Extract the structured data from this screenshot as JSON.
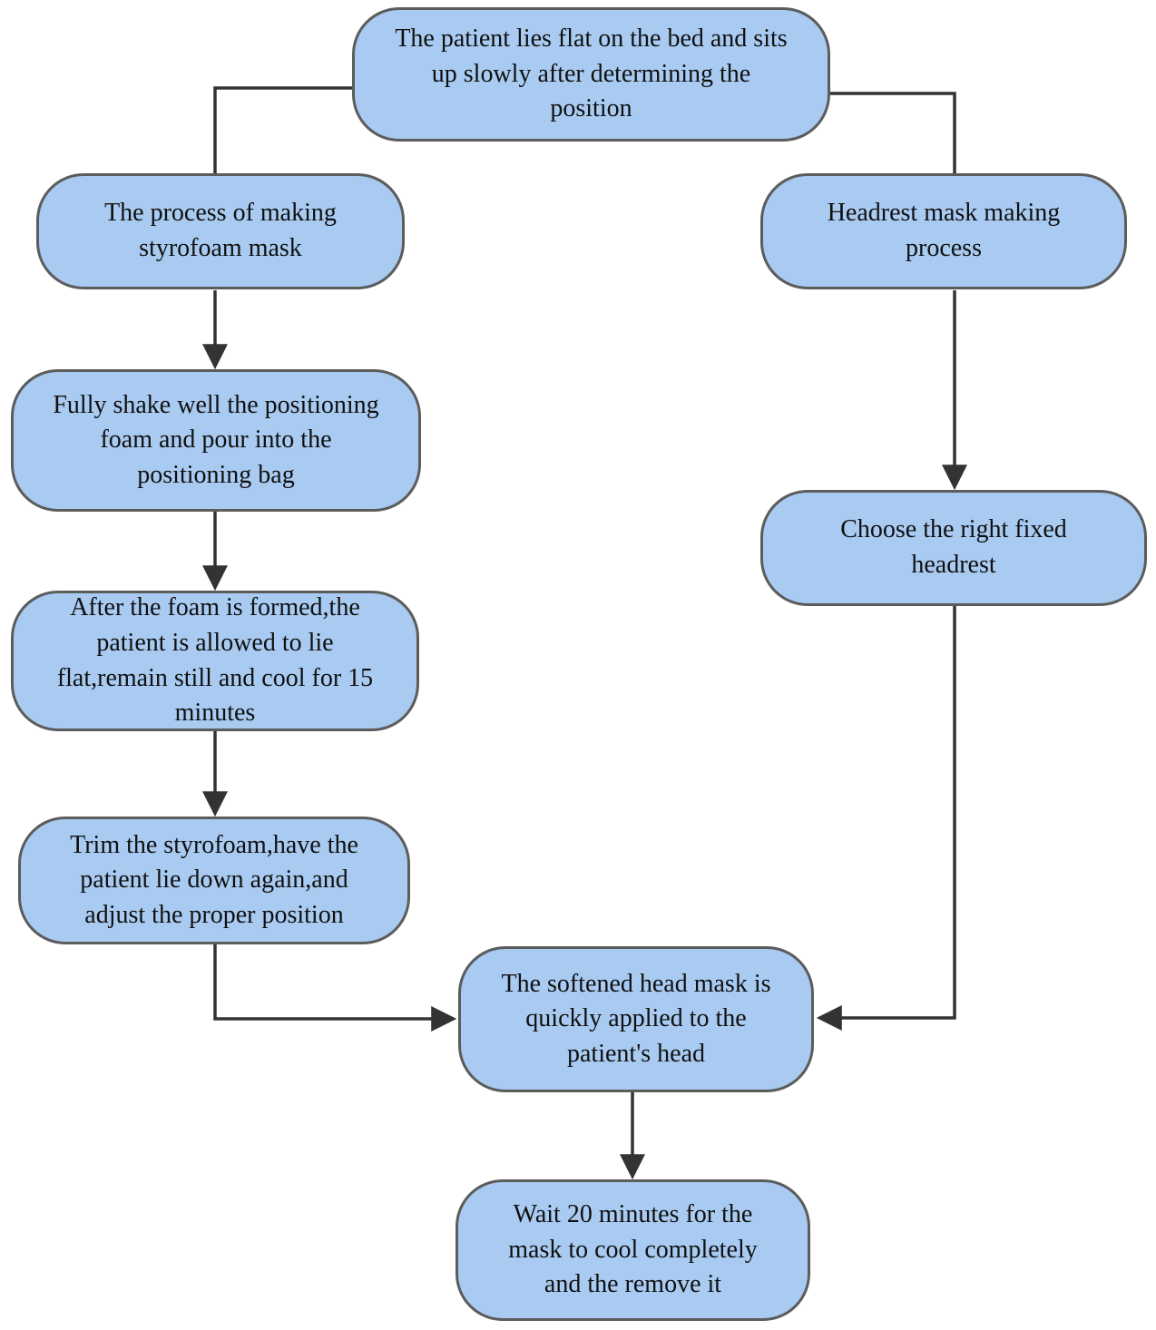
{
  "diagram": {
    "colors": {
      "background": "#FFFFFF",
      "node_fill": "#A9CBF2",
      "node_border": "#5C5C5C",
      "arrow": "#333333",
      "text": "#101010"
    },
    "nodes": [
      {
        "id": "start",
        "text": "The patient lies flat on the bed and sits\nup slowly after determining the\nposition"
      },
      {
        "id": "styrofoam-process",
        "text": "The process of making\nstyrofoam mask"
      },
      {
        "id": "headrest-process",
        "text": "Headrest mask making\nprocess"
      },
      {
        "id": "shake-foam",
        "text": "Fully shake well the positioning\nfoam and pour into the\npositioning bag"
      },
      {
        "id": "foam-formed",
        "text": "After the foam is formed,the\npatient is allowed to lie\nflat,remain still and cool for 15\nminutes"
      },
      {
        "id": "trim-styrofoam",
        "text": "Trim the styrofoam,have the\npatient lie down again,and\nadjust the proper position"
      },
      {
        "id": "choose-headrest",
        "text": "Choose the right fixed\nheadrest"
      },
      {
        "id": "apply-mask",
        "text": "The softened head mask is\nquickly applied to the\npatient's head"
      },
      {
        "id": "wait-cool",
        "text": "Wait 20 minutes for the\nmask to cool completely\nand the remove it"
      }
    ],
    "edges": [
      {
        "from": "start",
        "to": "styrofoam-process",
        "arrow": false
      },
      {
        "from": "start",
        "to": "headrest-process",
        "arrow": false
      },
      {
        "from": "styrofoam-process",
        "to": "shake-foam",
        "arrow": true
      },
      {
        "from": "shake-foam",
        "to": "foam-formed",
        "arrow": true
      },
      {
        "from": "foam-formed",
        "to": "trim-styrofoam",
        "arrow": true
      },
      {
        "from": "trim-styrofoam",
        "to": "apply-mask",
        "arrow": true
      },
      {
        "from": "headrest-process",
        "to": "choose-headrest",
        "arrow": true
      },
      {
        "from": "choose-headrest",
        "to": "apply-mask",
        "arrow": true
      },
      {
        "from": "apply-mask",
        "to": "wait-cool",
        "arrow": true
      }
    ]
  }
}
